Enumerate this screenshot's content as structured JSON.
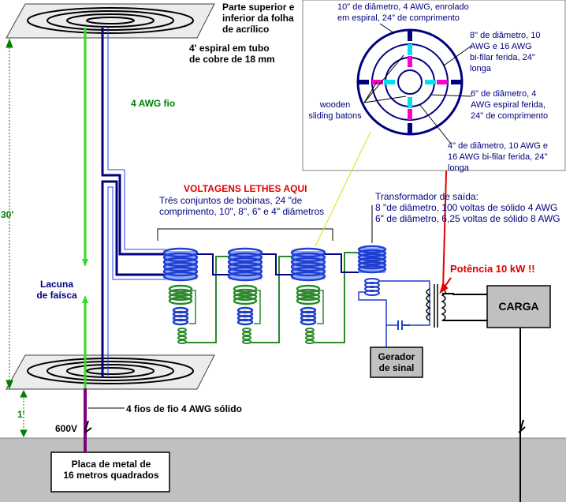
{
  "labels": {
    "top_acrylic": "Parte superior e\ninferior da folha\nde acrílico",
    "spiral_tube": "4' espiral em tubo\nde cobre de 18 mm",
    "wire_4awg": "4 AWG fio",
    "dim_30": "30'",
    "spark_gap": "Lacuna\nde faísca",
    "dim_1": "1'",
    "four_wires": "4 fios de fio 4 AWG sólido",
    "voltage_600": "600V",
    "plate": "Placa de metal de\n16 metros quadrados",
    "lethal": "VOLTAGENS LETHES AQUI",
    "coil_sets": "Três conjuntos de bobinas, 24 \"de\ncomprimento, 10\", 8\", 6\" e 4\" diâmetros",
    "out_transformer": "Transformador de saída:\n8 \"de diâmetro, 100 voltas de sólido 4 AWG\n6\" de diâmetro, 6,25 voltas de sólido 8 AWG",
    "power": "Potência 10 kW !!",
    "load": "CARGA",
    "signal_gen": "Gerador\nde sinal"
  },
  "detail": {
    "d10": "10\" de diâmetro, 4 AWG, enrolado\nem espiral, 24\" de comprimento",
    "d8": "8\" de diâmetro, 10\nAWG e 16 AWG\nbi-filar ferida, 24\"\nlonga",
    "d6": "6\" de diâmetro, 4\nAWG espiral ferida,\n24\" de comprimento",
    "d4": "4\" de diâmetro, 10 AWG e\n16 AWG bi-filar ferida, 24\"\nlonga",
    "batons": "wooden\nsliding batons"
  },
  "colors": {
    "navy": "#000080",
    "coil_blue": "#1f3fd0",
    "wire_green": "#33dd22",
    "coil_green": "#2c8a2c",
    "purple": "#800080",
    "ground": "#c0c0c0",
    "red": "#e00000",
    "cyan": "#00e0f0",
    "magenta": "#ff00cc"
  }
}
